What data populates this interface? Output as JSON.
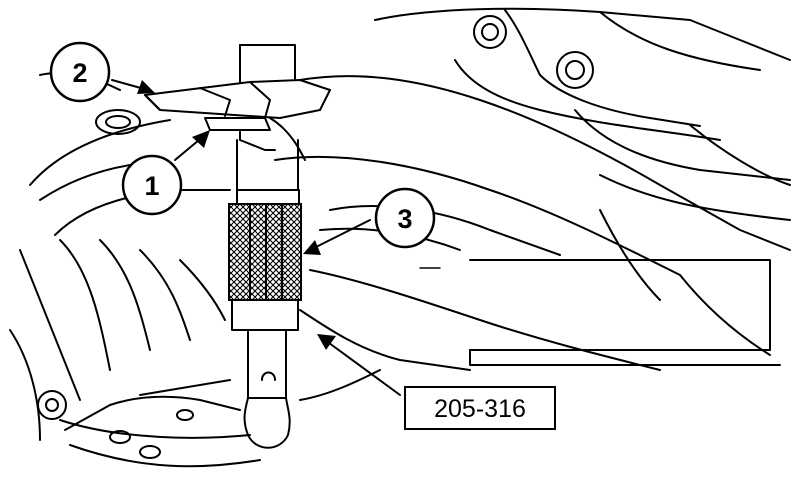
{
  "callouts": [
    {
      "id": "callout-1",
      "label": "1"
    },
    {
      "id": "callout-2",
      "label": "2"
    },
    {
      "id": "callout-3",
      "label": "3"
    }
  ],
  "tool_reference": {
    "label": "205-316"
  }
}
